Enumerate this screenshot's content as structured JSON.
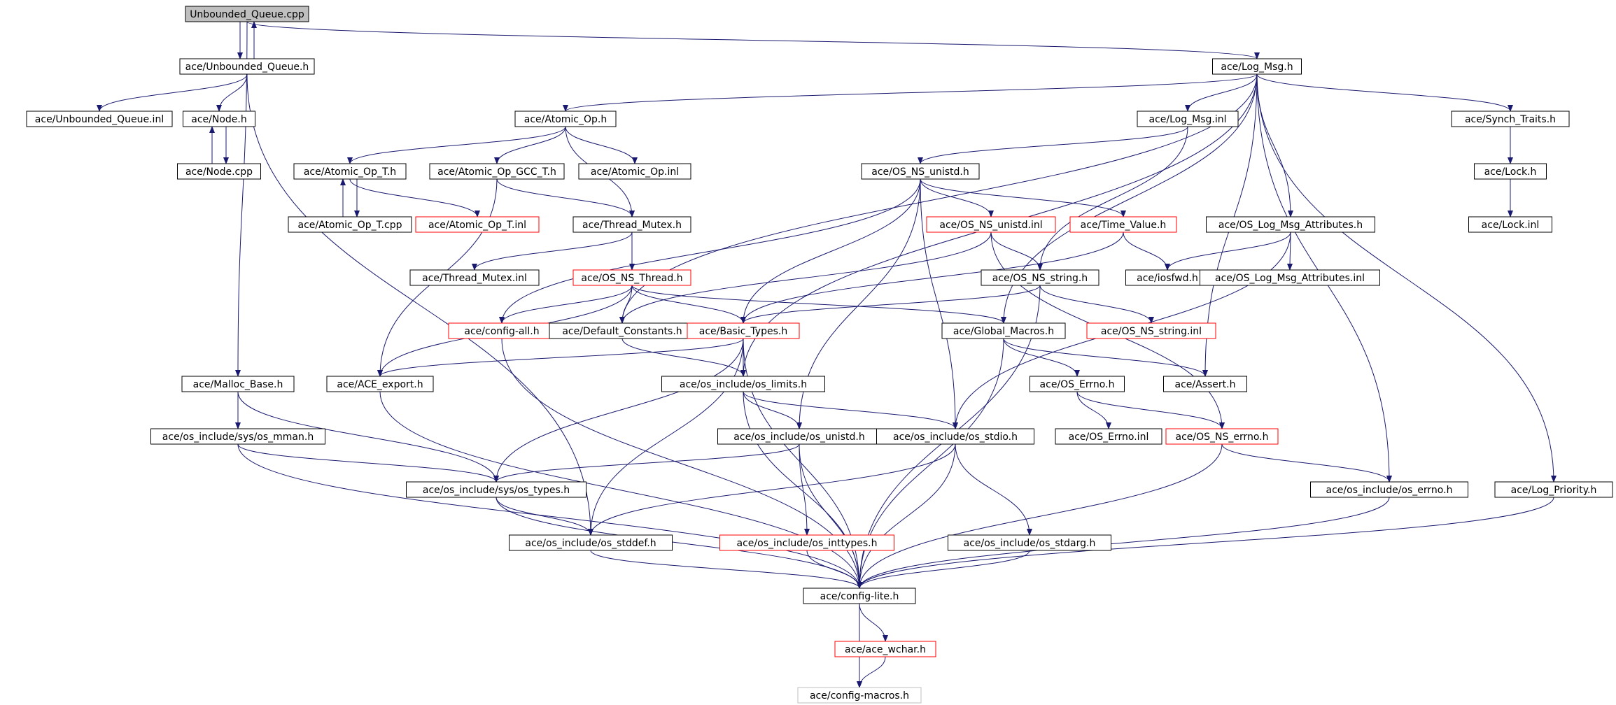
{
  "colors": {
    "edge": "#191970",
    "box_border_normal": "#000000",
    "box_border_red": "#ff0000",
    "box_border_gray": "#bfbfbf",
    "root_fill": "#bfbfbf",
    "text": "#000000"
  },
  "nodes": [
    {
      "id": "root",
      "label": "Unbounded_Queue.cpp",
      "style": "root"
    },
    {
      "id": "uq_h",
      "label": "ace/Unbounded_Queue.h",
      "style": "normal"
    },
    {
      "id": "uq_inl",
      "label": "ace/Unbounded_Queue.inl",
      "style": "normal"
    },
    {
      "id": "node_h",
      "label": "ace/Node.h",
      "style": "normal"
    },
    {
      "id": "node_cpp",
      "label": "ace/Node.cpp",
      "style": "normal"
    },
    {
      "id": "log_msg_h",
      "label": "ace/Log_Msg.h",
      "style": "normal"
    },
    {
      "id": "atomic_op_h",
      "label": "ace/Atomic_Op.h",
      "style": "normal"
    },
    {
      "id": "log_msg_inl",
      "label": "ace/Log_Msg.inl",
      "style": "normal"
    },
    {
      "id": "synch_traits_h",
      "label": "ace/Synch_Traits.h",
      "style": "normal"
    },
    {
      "id": "atomic_op_t_h",
      "label": "ace/Atomic_Op_T.h",
      "style": "normal"
    },
    {
      "id": "atomic_op_gcc_t_h",
      "label": "ace/Atomic_Op_GCC_T.h",
      "style": "normal"
    },
    {
      "id": "atomic_op_inl",
      "label": "ace/Atomic_Op.inl",
      "style": "normal"
    },
    {
      "id": "os_ns_unistd_h",
      "label": "ace/OS_NS_unistd.h",
      "style": "normal"
    },
    {
      "id": "lock_h",
      "label": "ace/Lock.h",
      "style": "normal"
    },
    {
      "id": "atomic_op_t_cpp",
      "label": "ace/Atomic_Op_T.cpp",
      "style": "normal"
    },
    {
      "id": "atomic_op_t_inl",
      "label": "ace/Atomic_Op_T.inl",
      "style": "red"
    },
    {
      "id": "thread_mutex_h",
      "label": "ace/Thread_Mutex.h",
      "style": "normal"
    },
    {
      "id": "os_ns_unistd_inl",
      "label": "ace/OS_NS_unistd.inl",
      "style": "red"
    },
    {
      "id": "time_value_h",
      "label": "ace/Time_Value.h",
      "style": "red"
    },
    {
      "id": "os_log_msg_attr_h",
      "label": "ace/OS_Log_Msg_Attributes.h",
      "style": "normal"
    },
    {
      "id": "lock_inl",
      "label": "ace/Lock.inl",
      "style": "normal"
    },
    {
      "id": "thread_mutex_inl",
      "label": "ace/Thread_Mutex.inl",
      "style": "normal"
    },
    {
      "id": "os_ns_thread_h",
      "label": "ace/OS_NS_Thread.h",
      "style": "red"
    },
    {
      "id": "os_ns_string_h",
      "label": "ace/OS_NS_string.h",
      "style": "normal"
    },
    {
      "id": "iosfwd_h",
      "label": "ace/iosfwd.h",
      "style": "normal"
    },
    {
      "id": "os_log_msg_attr_inl",
      "label": "ace/OS_Log_Msg_Attributes.inl",
      "style": "normal"
    },
    {
      "id": "config_all_h",
      "label": "ace/config-all.h",
      "style": "red"
    },
    {
      "id": "default_constants_h",
      "label": "ace/Default_Constants.h",
      "style": "normal"
    },
    {
      "id": "basic_types_h",
      "label": "ace/Basic_Types.h",
      "style": "red"
    },
    {
      "id": "global_macros_h",
      "label": "ace/Global_Macros.h",
      "style": "normal"
    },
    {
      "id": "os_ns_string_inl",
      "label": "ace/OS_NS_string.inl",
      "style": "red"
    },
    {
      "id": "malloc_base_h",
      "label": "ace/Malloc_Base.h",
      "style": "normal"
    },
    {
      "id": "ace_export_h",
      "label": "ace/ACE_export.h",
      "style": "normal"
    },
    {
      "id": "os_limits_h",
      "label": "ace/os_include/os_limits.h",
      "style": "normal"
    },
    {
      "id": "os_errno_upper_h",
      "label": "ace/OS_Errno.h",
      "style": "normal"
    },
    {
      "id": "assert_h",
      "label": "ace/Assert.h",
      "style": "normal"
    },
    {
      "id": "os_mman_h",
      "label": "ace/os_include/sys/os_mman.h",
      "style": "normal"
    },
    {
      "id": "os_unistd_h",
      "label": "ace/os_include/os_unistd.h",
      "style": "normal"
    },
    {
      "id": "os_stdio_h",
      "label": "ace/os_include/os_stdio.h",
      "style": "normal"
    },
    {
      "id": "os_errno_inl",
      "label": "ace/OS_Errno.inl",
      "style": "normal"
    },
    {
      "id": "os_ns_errno_h",
      "label": "ace/OS_NS_errno.h",
      "style": "red"
    },
    {
      "id": "os_types_h",
      "label": "ace/os_include/sys/os_types.h",
      "style": "normal"
    },
    {
      "id": "os_errno_h",
      "label": "ace/os_include/os_errno.h",
      "style": "normal"
    },
    {
      "id": "log_priority_h",
      "label": "ace/Log_Priority.h",
      "style": "normal"
    },
    {
      "id": "os_stddef_h",
      "label": "ace/os_include/os_stddef.h",
      "style": "normal"
    },
    {
      "id": "os_inttypes_h",
      "label": "ace/os_include/os_inttypes.h",
      "style": "red"
    },
    {
      "id": "os_stdarg_h",
      "label": "ace/os_include/os_stdarg.h",
      "style": "normal"
    },
    {
      "id": "config_lite_h",
      "label": "ace/config-lite.h",
      "style": "normal"
    },
    {
      "id": "ace_wchar_h",
      "label": "ace/ace_wchar.h",
      "style": "red"
    },
    {
      "id": "config_macros_h",
      "label": "ace/config-macros.h",
      "style": "gray"
    }
  ],
  "edges": [
    [
      "root",
      "uq_h"
    ],
    [
      "uq_h",
      "root"
    ],
    [
      "root",
      "log_msg_h"
    ],
    [
      "root",
      "malloc_base_h"
    ],
    [
      "uq_h",
      "uq_inl"
    ],
    [
      "uq_h",
      "node_h"
    ],
    [
      "node_h",
      "node_cpp"
    ],
    [
      "node_cpp",
      "node_h"
    ],
    [
      "uq_h",
      "os_stddef_h"
    ],
    [
      "log_msg_h",
      "atomic_op_h"
    ],
    [
      "log_msg_h",
      "log_msg_inl"
    ],
    [
      "log_msg_h",
      "synch_traits_h"
    ],
    [
      "log_msg_h",
      "default_constants_h"
    ],
    [
      "log_msg_h",
      "os_limits_h"
    ],
    [
      "log_msg_h",
      "os_log_msg_attr_h"
    ],
    [
      "log_msg_h",
      "global_macros_h"
    ],
    [
      "log_msg_h",
      "assert_h"
    ],
    [
      "log_msg_h",
      "os_errno_h"
    ],
    [
      "log_msg_h",
      "log_priority_h"
    ],
    [
      "atomic_op_h",
      "atomic_op_t_h"
    ],
    [
      "atomic_op_h",
      "atomic_op_gcc_t_h"
    ],
    [
      "atomic_op_h",
      "atomic_op_inl"
    ],
    [
      "atomic_op_h",
      "thread_mutex_h"
    ],
    [
      "atomic_op_t_h",
      "atomic_op_t_cpp"
    ],
    [
      "atomic_op_t_cpp",
      "atomic_op_t_h"
    ],
    [
      "atomic_op_t_h",
      "atomic_op_t_inl"
    ],
    [
      "atomic_op_gcc_t_h",
      "thread_mutex_h"
    ],
    [
      "atomic_op_gcc_t_h",
      "ace_export_h"
    ],
    [
      "log_msg_inl",
      "os_ns_unistd_h"
    ],
    [
      "log_msg_inl",
      "os_ns_string_h"
    ],
    [
      "synch_traits_h",
      "lock_h"
    ],
    [
      "lock_h",
      "lock_inl"
    ],
    [
      "os_ns_unistd_h",
      "os_ns_unistd_inl"
    ],
    [
      "os_ns_unistd_h",
      "time_value_h"
    ],
    [
      "os_ns_unistd_h",
      "config_all_h"
    ],
    [
      "os_ns_unistd_h",
      "basic_types_h"
    ],
    [
      "os_ns_unistd_h",
      "os_unistd_h"
    ],
    [
      "os_ns_unistd_h",
      "os_stdio_h"
    ],
    [
      "os_ns_unistd_inl",
      "os_ns_string_h"
    ],
    [
      "os_ns_unistd_inl",
      "default_constants_h"
    ],
    [
      "os_ns_unistd_inl",
      "os_ns_errno_h"
    ],
    [
      "time_value_h",
      "iosfwd_h"
    ],
    [
      "time_value_h",
      "basic_types_h"
    ],
    [
      "os_log_msg_attr_h",
      "iosfwd_h"
    ],
    [
      "os_log_msg_attr_h",
      "os_log_msg_attr_inl"
    ],
    [
      "os_log_msg_attr_h",
      "os_stdio_h"
    ],
    [
      "thread_mutex_h",
      "thread_mutex_inl"
    ],
    [
      "thread_mutex_h",
      "os_ns_thread_h"
    ],
    [
      "os_ns_thread_h",
      "config_all_h"
    ],
    [
      "os_ns_thread_h",
      "default_constants_h"
    ],
    [
      "os_ns_thread_h",
      "basic_types_h"
    ],
    [
      "os_ns_thread_h",
      "global_macros_h"
    ],
    [
      "os_ns_thread_h",
      "ace_export_h"
    ],
    [
      "os_ns_string_h",
      "os_ns_string_inl"
    ],
    [
      "os_ns_string_h",
      "basic_types_h"
    ],
    [
      "os_ns_string_h",
      "config_lite_h"
    ],
    [
      "config_all_h",
      "config_lite_h"
    ],
    [
      "default_constants_h",
      "os_limits_h"
    ],
    [
      "basic_types_h",
      "os_limits_h"
    ],
    [
      "basic_types_h",
      "ace_export_h"
    ],
    [
      "basic_types_h",
      "os_types_h"
    ],
    [
      "basic_types_h",
      "os_stddef_h"
    ],
    [
      "basic_types_h",
      "config_lite_h"
    ],
    [
      "global_macros_h",
      "os_errno_upper_h"
    ],
    [
      "global_macros_h",
      "assert_h"
    ],
    [
      "global_macros_h",
      "config_lite_h"
    ],
    [
      "malloc_base_h",
      "os_mman_h"
    ],
    [
      "malloc_base_h",
      "os_types_h"
    ],
    [
      "ace_export_h",
      "config_lite_h"
    ],
    [
      "os_limits_h",
      "os_unistd_h"
    ],
    [
      "os_limits_h",
      "os_stdio_h"
    ],
    [
      "os_limits_h",
      "config_lite_h"
    ],
    [
      "os_errno_upper_h",
      "os_errno_inl"
    ],
    [
      "os_errno_upper_h",
      "os_ns_errno_h"
    ],
    [
      "os_mman_h",
      "os_types_h"
    ],
    [
      "os_mman_h",
      "config_lite_h"
    ],
    [
      "os_unistd_h",
      "os_types_h"
    ],
    [
      "os_unistd_h",
      "os_inttypes_h"
    ],
    [
      "os_unistd_h",
      "config_lite_h"
    ],
    [
      "os_stdio_h",
      "os_stddef_h"
    ],
    [
      "os_stdio_h",
      "os_stdarg_h"
    ],
    [
      "os_stdio_h",
      "config_lite_h"
    ],
    [
      "os_ns_errno_h",
      "os_errno_h"
    ],
    [
      "os_ns_errno_h",
      "config_lite_h"
    ],
    [
      "os_types_h",
      "os_stddef_h"
    ],
    [
      "os_types_h",
      "config_lite_h"
    ],
    [
      "os_errno_h",
      "config_lite_h"
    ],
    [
      "log_priority_h",
      "config_lite_h"
    ],
    [
      "os_stddef_h",
      "config_lite_h"
    ],
    [
      "os_inttypes_h",
      "config_lite_h"
    ],
    [
      "os_stdarg_h",
      "config_lite_h"
    ],
    [
      "config_lite_h",
      "ace_wchar_h"
    ],
    [
      "config_lite_h",
      "config_macros_h"
    ],
    [
      "ace_wchar_h",
      "config_macros_h"
    ]
  ]
}
